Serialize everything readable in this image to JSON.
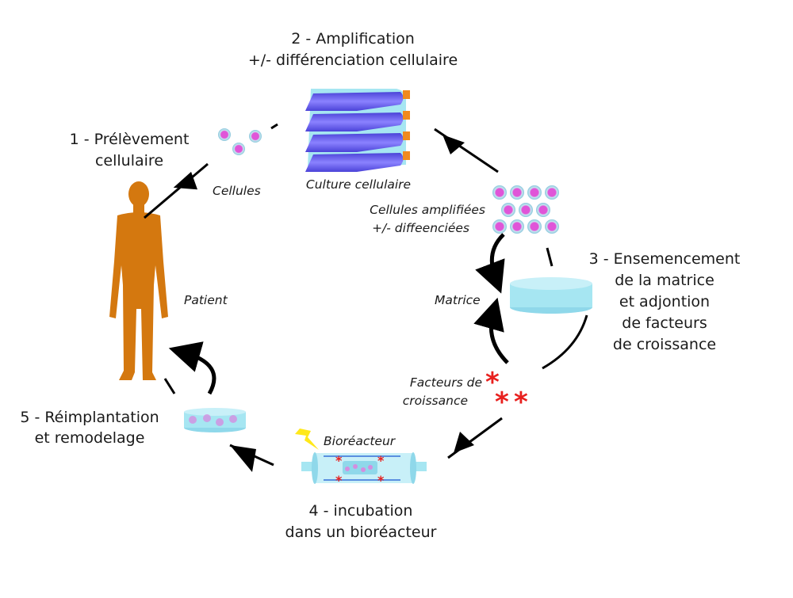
{
  "steps": {
    "step1": [
      "1 - Prélèvement",
      "cellulaire"
    ],
    "step2": [
      "2 - Amplification",
      "+/- différenciation cellulaire"
    ],
    "step3": [
      "3 - Ensemencement",
      "de la matrice",
      "et adjontion",
      "de facteurs",
      "de croissance"
    ],
    "step4": [
      "4 - incubation",
      "dans un bioréacteur"
    ],
    "step5": [
      "5 - Réimplantation",
      "et remodelage"
    ]
  },
  "labels": {
    "cells": "Cellules",
    "culture": "Culture cellulaire",
    "amplified": [
      "Cellules amplifiées",
      "+/- diffeenciées"
    ],
    "patient": "Patient",
    "matrix": "Matrice",
    "growth_factors": [
      "Facteurs de",
      "croissance"
    ],
    "bioreactor": "Bioréacteur"
  },
  "colors": {
    "patient": "#d4780f",
    "flask": "#6a5ff0",
    "cap": "#f08a1e",
    "cell": "#e055d8",
    "matrix": "#a6e6f2",
    "factor": "#e8201e",
    "lightning": "#ffe81a"
  }
}
